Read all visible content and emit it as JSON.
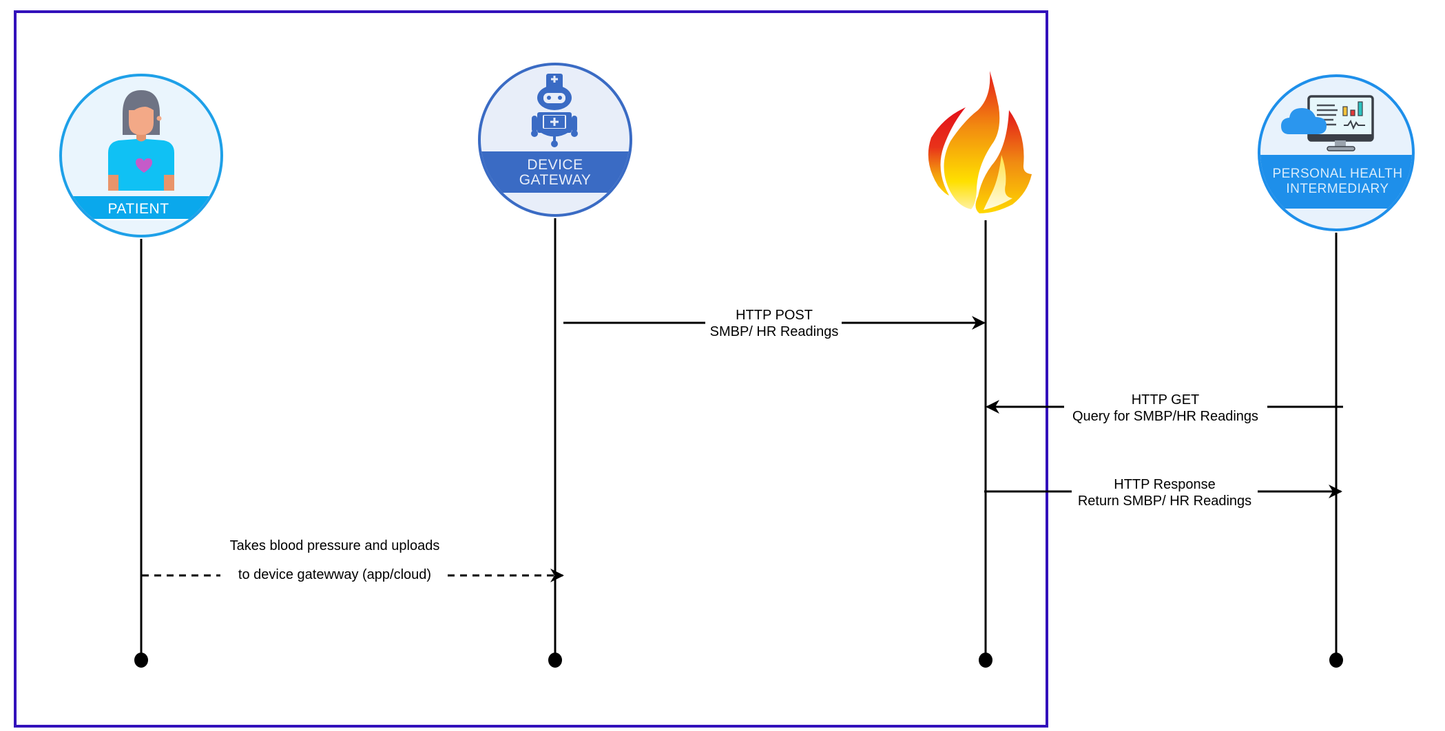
{
  "diagram": {
    "type": "sequence-diagram",
    "boundary": {
      "label": "",
      "color": "#3311BB"
    },
    "actors": [
      {
        "id": "patient",
        "label_lines": [
          "PATIENT"
        ],
        "icon": "patient-woman-icon",
        "ring_color": "#1EA0E8",
        "band_color": "#0AA8EC",
        "fill_color": "#EAF5FD"
      },
      {
        "id": "gateway",
        "label_lines": [
          "DEVICE",
          "GATEWAY"
        ],
        "icon": "robot-medical-icon",
        "ring_color": "#3A6BC4",
        "band_color": "#3A6BC4",
        "fill_color": "#E8EEF9"
      },
      {
        "id": "fhir",
        "label_lines": [],
        "icon": "flame-fhir-icon"
      },
      {
        "id": "phi",
        "label_lines": [
          "PERSONAL HEALTH",
          "INTERMEDIARY"
        ],
        "icon": "cloud-monitor-dashboard-icon",
        "ring_color": "#1E8FEA",
        "band_color": "#1E8FEA",
        "fill_color": "#E8F2FC"
      }
    ],
    "messages": [
      {
        "from": "gateway",
        "to": "fhir",
        "style": "solid",
        "lines": [
          "HTTP POST",
          "SMBP/ HR Readings"
        ]
      },
      {
        "from": "phi",
        "to": "fhir",
        "style": "solid",
        "lines": [
          "HTTP GET",
          "Query for SMBP/HR Readings"
        ]
      },
      {
        "from": "fhir",
        "to": "phi",
        "style": "solid",
        "lines": [
          "HTTP Response",
          "Return SMBP/ HR Readings"
        ]
      },
      {
        "from": "patient",
        "to": "gateway",
        "style": "dashed",
        "lines": [
          "Takes blood pressure and uploads",
          "to device gatewway (app/cloud)"
        ]
      }
    ]
  }
}
